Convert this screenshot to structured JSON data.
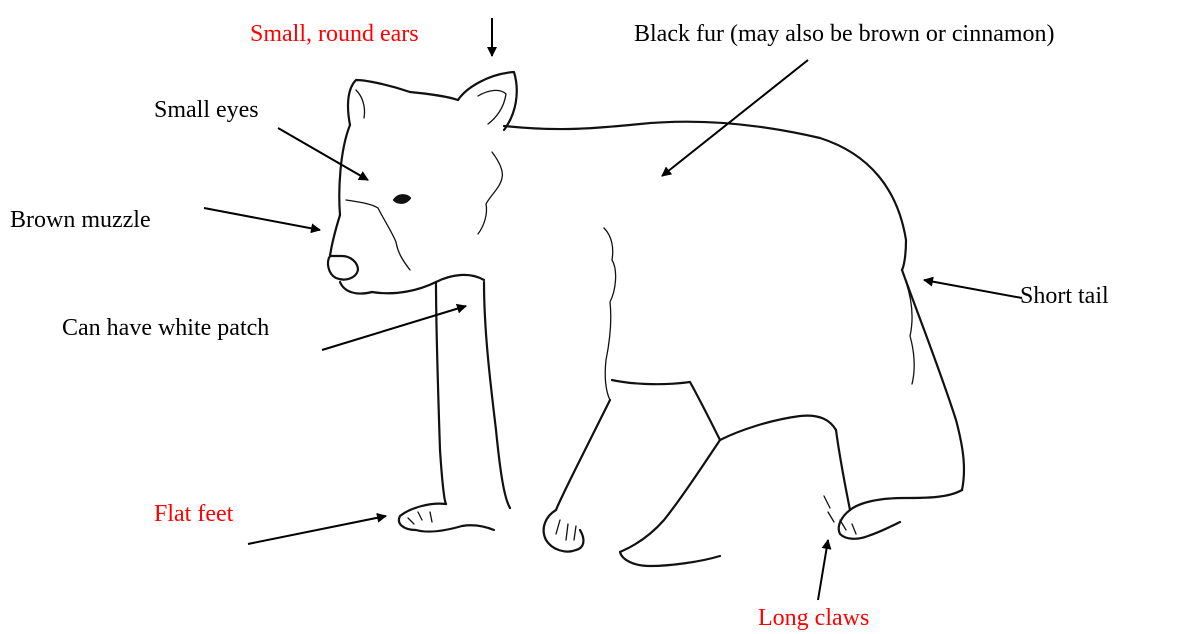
{
  "colors": {
    "label_default": "#000000",
    "label_highlight": "#ff0000",
    "outline": "#111111",
    "background": "#ffffff"
  },
  "labels": {
    "ears": "Small, round ears",
    "fur": "Black fur (may also be brown or cinnamon)",
    "eyes": "Small eyes",
    "muzzle": "Brown muzzle",
    "tail": "Short tail",
    "patch": "Can have white patch",
    "feet": "Flat feet",
    "claws": "Long claws"
  },
  "highlighted_labels": [
    "ears",
    "feet",
    "claws"
  ]
}
